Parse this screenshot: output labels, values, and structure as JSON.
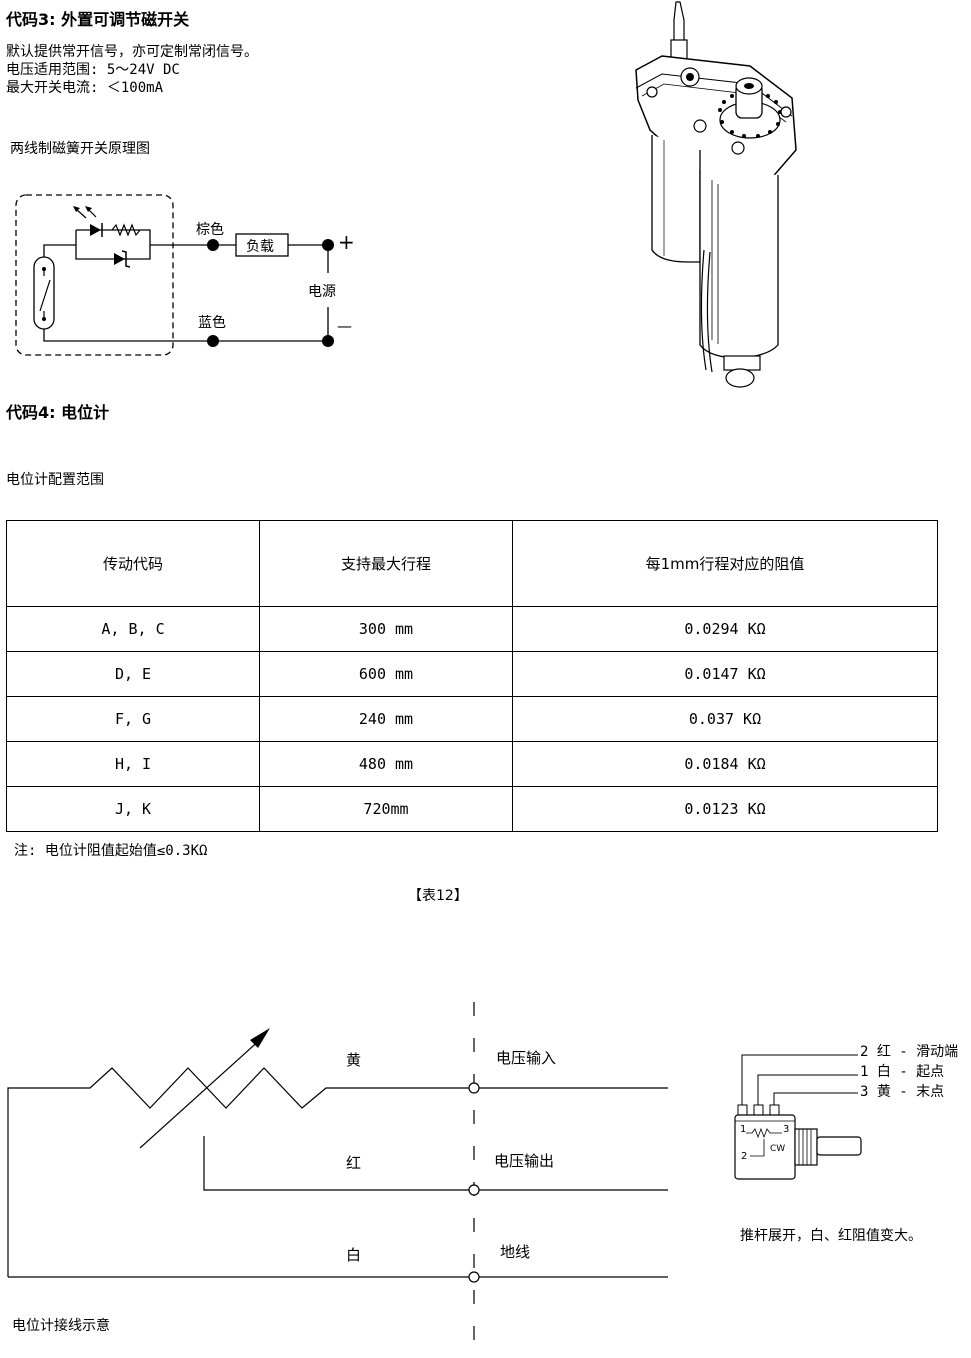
{
  "code3": {
    "title": "代码3: 外置可调节磁开关",
    "line1": "默认提供常开信号，亦可定制常闭信号。",
    "line2": "电压适用范围: 5～24V DC",
    "line3": "最大开关电流: ＜100mA",
    "diagram_title": "两线制磁簧开关原理图",
    "labels": {
      "brown": "棕色",
      "blue": "蓝色",
      "load": "负载",
      "power": "电源",
      "plus": "+",
      "minus": "—"
    }
  },
  "code4": {
    "title": "代码4: 电位计",
    "subtitle": "电位计配置范围",
    "table": {
      "headers": [
        "传动代码",
        "支持最大行程",
        "每1mm行程对应的阻值"
      ],
      "rows": [
        [
          "A, B, C",
          "300 mm",
          "0.0294 KΩ"
        ],
        [
          "D, E",
          "600 mm",
          "0.0147 KΩ"
        ],
        [
          "F, G",
          "240 mm",
          "0.037 KΩ"
        ],
        [
          "H, I",
          "480 mm",
          "0.0184 KΩ"
        ],
        [
          "J, K",
          "720mm",
          "0.0123 KΩ"
        ]
      ]
    },
    "note": "注: 电位计阻值起始值≤0.3KΩ",
    "table_caption": "【表12】"
  },
  "wiring": {
    "yellow": "黄",
    "red": "红",
    "white": "白",
    "voltage_in": "电压输入",
    "voltage_out": "电压输出",
    "ground": "地线",
    "caption": "电位计接线示意",
    "legend": [
      "2 红 - 滑动端",
      "1 白 - 起点",
      "3 黄 - 末点"
    ],
    "pot_pin1": "1",
    "pot_pin2": "2",
    "pot_pin3": "3",
    "pot_cw": "CW",
    "description": "推杆展开，白、红阻值变大。"
  }
}
